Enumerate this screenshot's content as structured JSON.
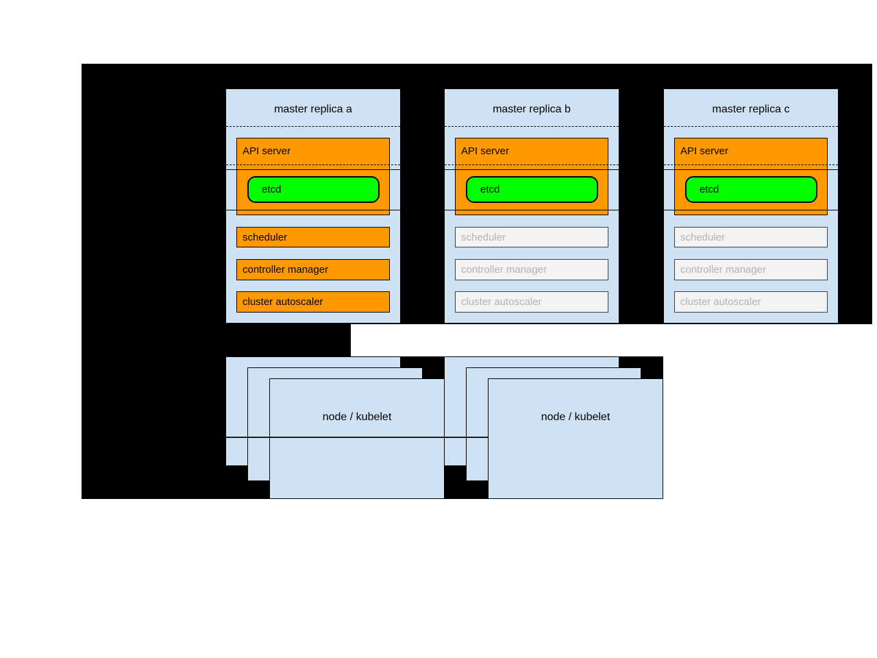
{
  "masters": [
    {
      "title": "master replica a",
      "components": [
        {
          "label": "API server",
          "state": "active"
        },
        {
          "label": "etcd",
          "state": "active"
        },
        {
          "label": "scheduler",
          "state": "active"
        },
        {
          "label": "controller manager",
          "state": "active"
        },
        {
          "label": "cluster autoscaler",
          "state": "active"
        }
      ]
    },
    {
      "title": "master replica b",
      "components": [
        {
          "label": "API server",
          "state": "active"
        },
        {
          "label": "etcd",
          "state": "active"
        },
        {
          "label": "scheduler",
          "state": "inactive"
        },
        {
          "label": "controller manager",
          "state": "inactive"
        },
        {
          "label": "cluster autoscaler",
          "state": "inactive"
        }
      ]
    },
    {
      "title": "master replica c",
      "components": [
        {
          "label": "API server",
          "state": "active"
        },
        {
          "label": "etcd",
          "state": "active"
        },
        {
          "label": "scheduler",
          "state": "inactive"
        },
        {
          "label": "controller manager",
          "state": "inactive"
        },
        {
          "label": "cluster autoscaler",
          "state": "inactive"
        }
      ]
    }
  ],
  "nodes": [
    {
      "title": "node / kubelet"
    },
    {
      "title": "node / kubelet"
    }
  ],
  "colors": {
    "background": "#ffffff",
    "backdrop": "#000000",
    "box_fill": "#cfe2f3",
    "active_fill": "#ff9900",
    "etcd_fill": "#00ff00",
    "inactive_fill": "#f3f3f3",
    "inactive_text": "#b3b3b3"
  }
}
